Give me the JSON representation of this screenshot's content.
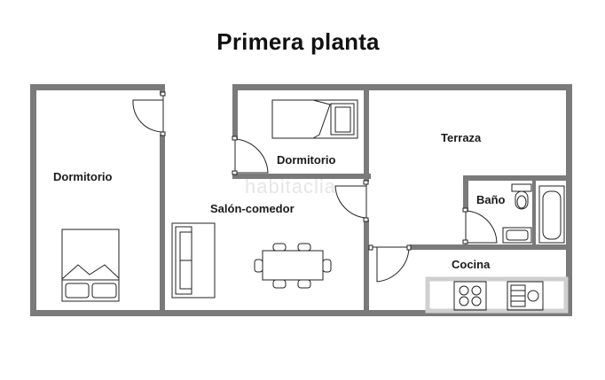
{
  "title": "Primera planta",
  "watermark": "habitaclia",
  "rooms": {
    "dormitorio_left": "Dormitorio",
    "dormitorio_top": "Dormitorio",
    "terraza": "Terraza",
    "bano": "Baño",
    "salon": "Salón-comedor",
    "cocina": "Cocina"
  },
  "colors": {
    "wall": "#7a7a7a",
    "line": "#222222",
    "background": "#ffffff"
  }
}
